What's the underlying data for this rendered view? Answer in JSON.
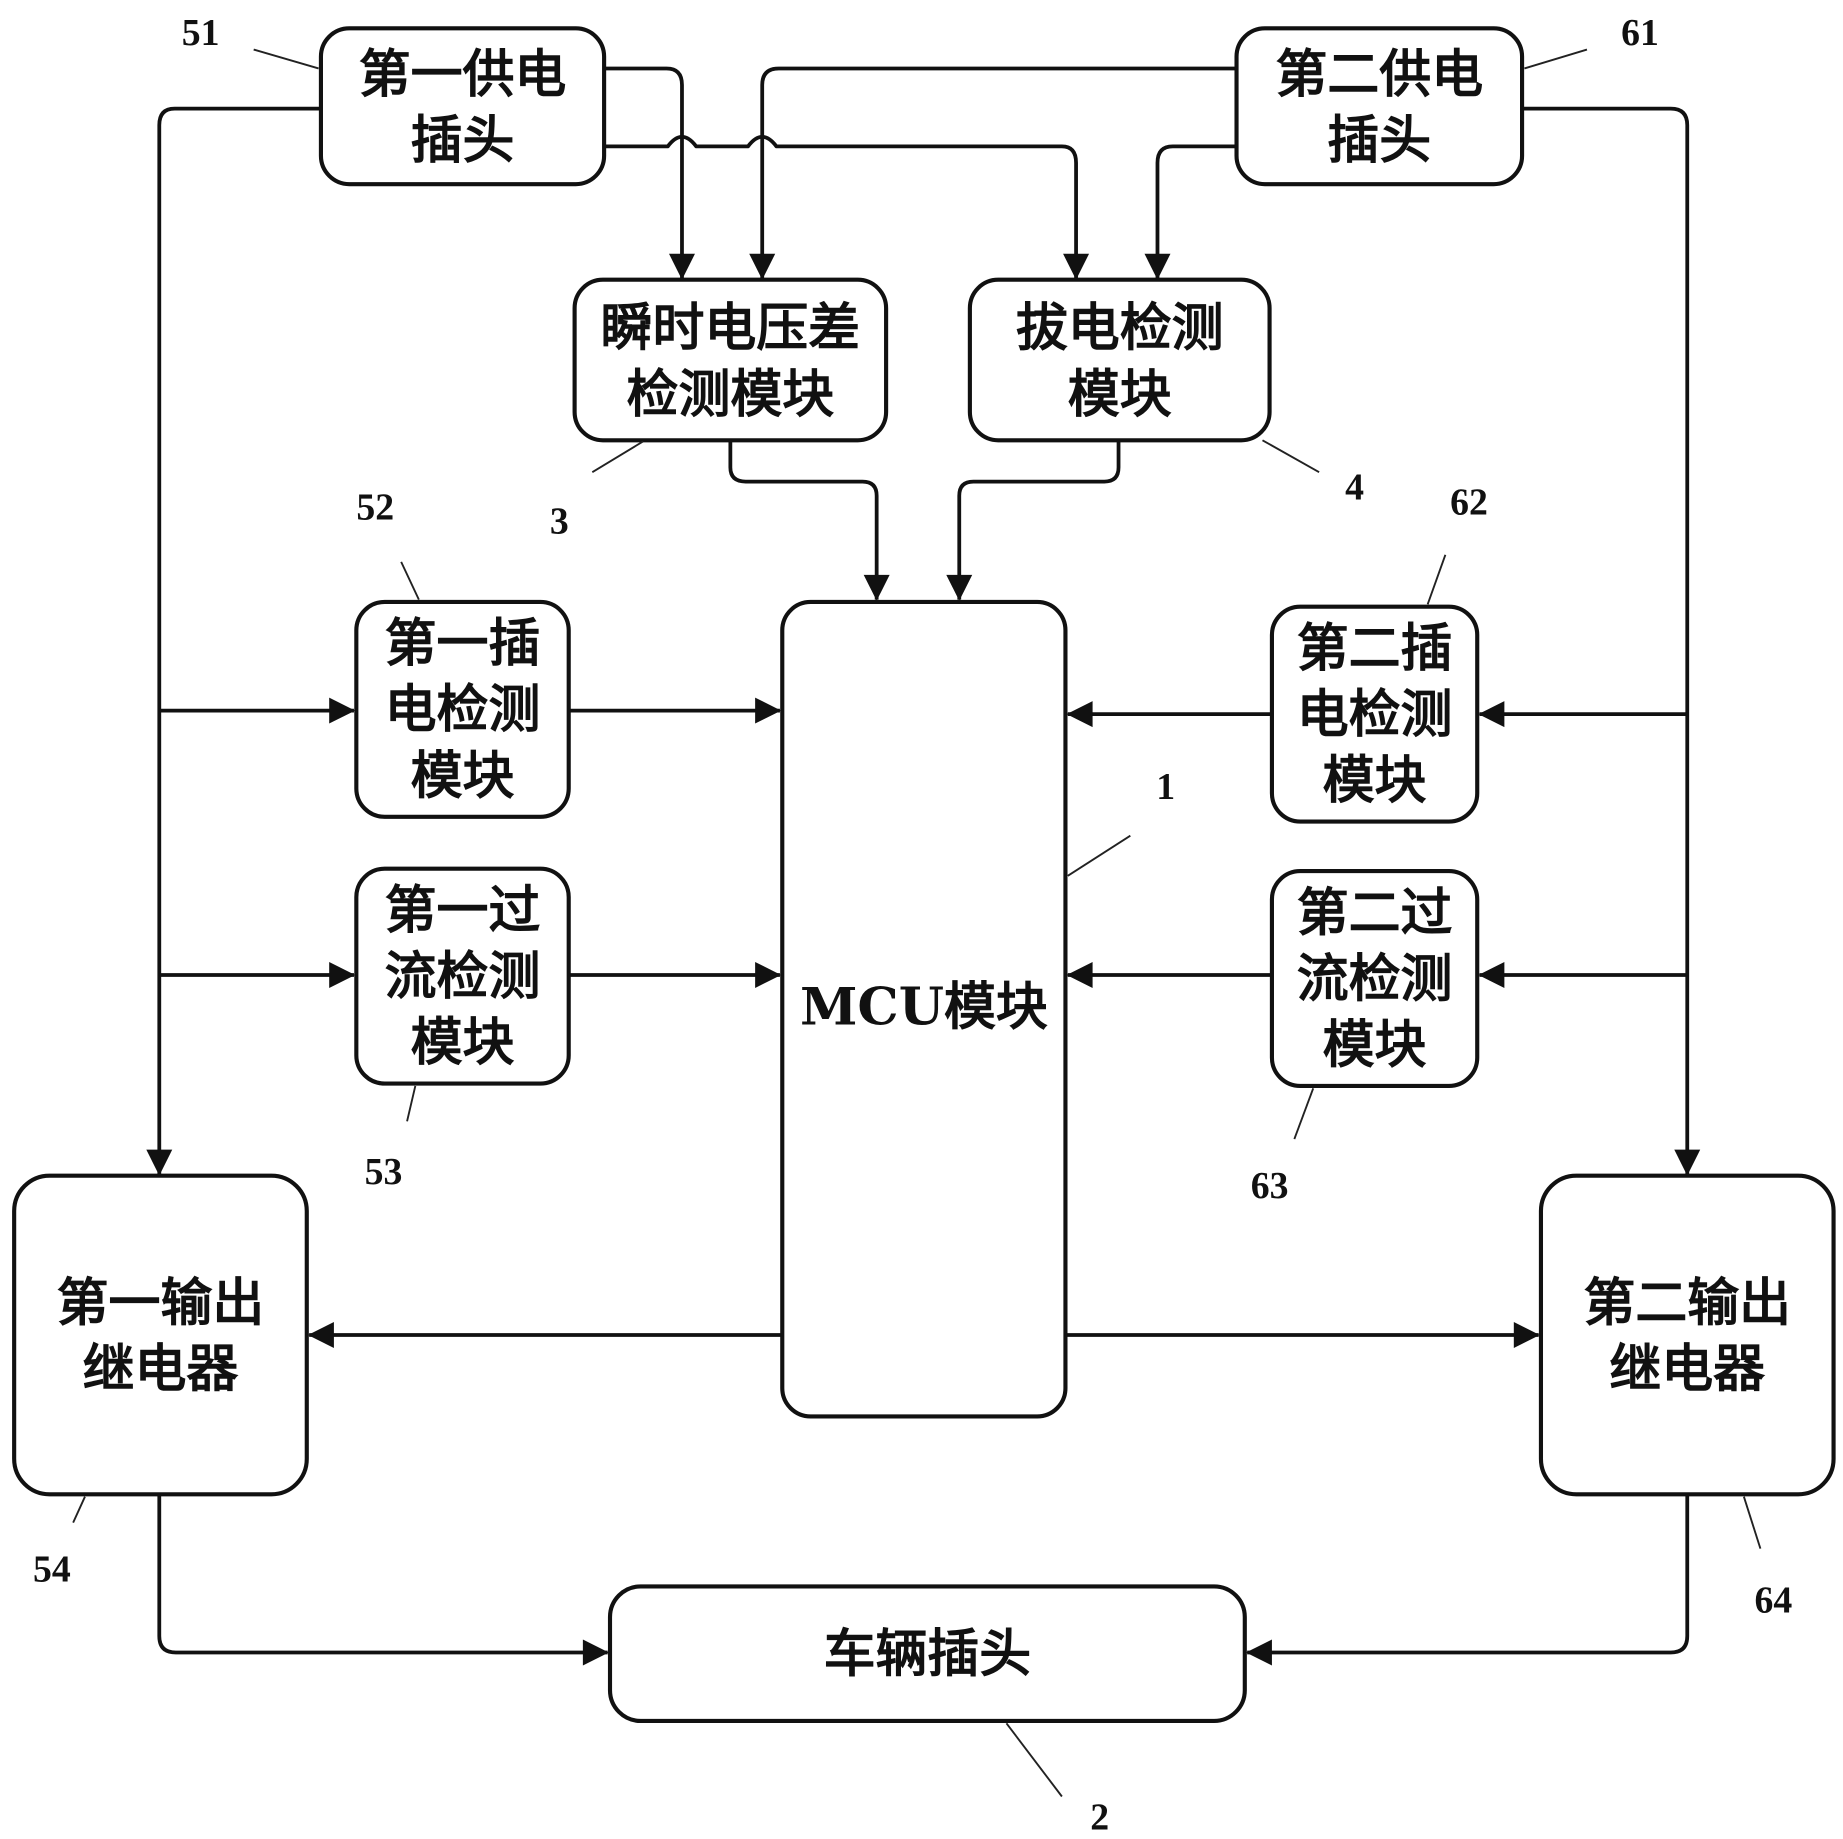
{
  "modules": {
    "supply_plug_1": {
      "ref": "51",
      "lines": [
        "第一供电",
        "插头"
      ]
    },
    "supply_plug_2": {
      "ref": "61",
      "lines": [
        "第二供电",
        "插头"
      ]
    },
    "voltage_diff": {
      "ref": "3",
      "lines": [
        "瞬时电压差",
        "检测模块"
      ]
    },
    "unplug_detect": {
      "ref": "4",
      "lines": [
        "拔电检测",
        "模块"
      ]
    },
    "plug_detect_1": {
      "ref": "52",
      "lines": [
        "第一插",
        "电检测",
        "模块"
      ]
    },
    "plug_detect_2": {
      "ref": "62",
      "lines": [
        "第二插",
        "电检测",
        "模块"
      ]
    },
    "overcurrent_1": {
      "ref": "53",
      "lines": [
        "第一过",
        "流检测",
        "模块"
      ]
    },
    "overcurrent_2": {
      "ref": "63",
      "lines": [
        "第二过",
        "流检测",
        "模块"
      ]
    },
    "mcu": {
      "ref": "1",
      "lines": [
        "MCU模块"
      ]
    },
    "relay_1": {
      "ref": "54",
      "lines": [
        "第一输出",
        "继电器"
      ]
    },
    "relay_2": {
      "ref": "64",
      "lines": [
        "第二输出",
        "继电器"
      ]
    },
    "vehicle_plug": {
      "ref": "2",
      "lines": [
        "车辆插头"
      ]
    }
  }
}
